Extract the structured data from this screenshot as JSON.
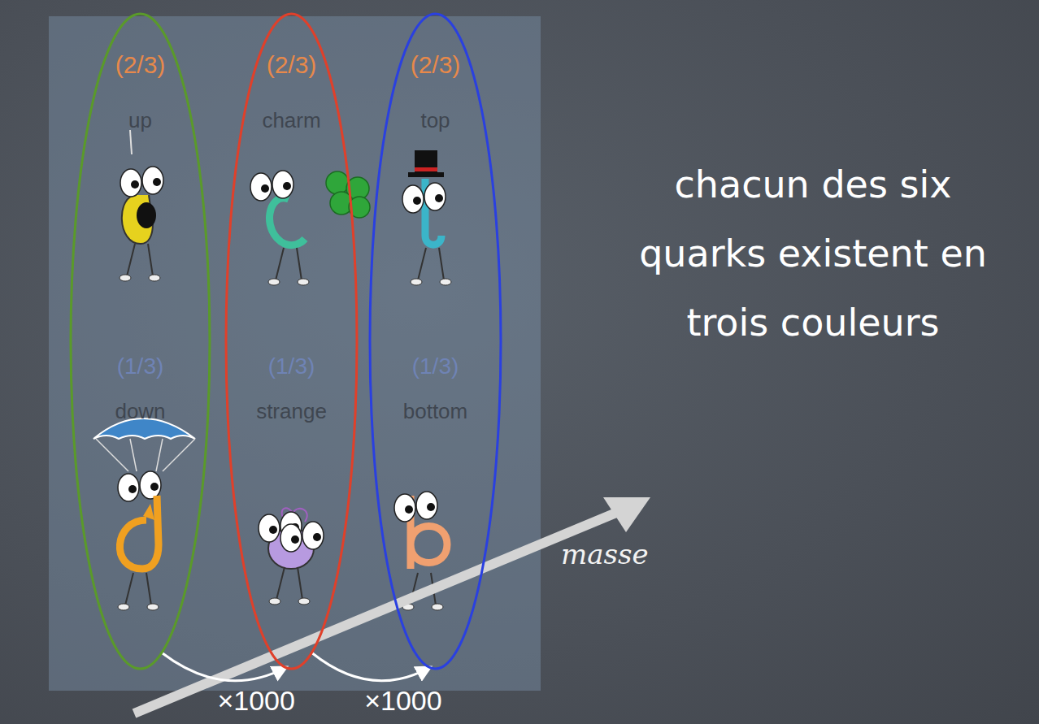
{
  "diagram": {
    "nodes": [
      {
        "text": [
          "(2/3)",
          "up",
          "(1/3)",
          "down"
        ]
      },
      {
        "text": [
          "(2/3)",
          "charm",
          "(1/3)",
          "strange"
        ]
      },
      {
        "text": [
          "(2/3)",
          "top",
          "(1/3)",
          "bottom"
        ]
      }
    ],
    "edges": [
      {
        "from": 0,
        "to": 1,
        "arrow": "to",
        "label": "×1000"
      },
      {
        "from": 1,
        "to": 2,
        "arrow": "to",
        "label": "×1000"
      }
    ],
    "labels": [
      "chacun des six quarks existent en trois couleurs",
      "masse"
    ]
  }
}
